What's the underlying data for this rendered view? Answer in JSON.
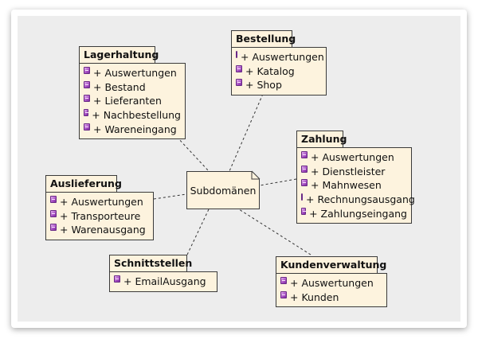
{
  "center_note": {
    "label": "Subdomänen"
  },
  "packages": {
    "lagerhaltung": {
      "title": "Lagerhaltung",
      "items": [
        "+ Auswertungen",
        "+ Bestand",
        "+ Lieferanten",
        "+ Nachbestellung",
        "+ Wareneingang"
      ]
    },
    "bestellung": {
      "title": "Bestellung",
      "items": [
        "+ Auswertungen",
        "+ Katalog",
        "+ Shop"
      ]
    },
    "zahlung": {
      "title": "Zahlung",
      "items": [
        "+ Auswertungen",
        "+ Dienstleister",
        "+ Mahnwesen",
        "+ Rechnungsausgang",
        "+ Zahlungseingang"
      ]
    },
    "auslieferung": {
      "title": "Auslieferung",
      "items": [
        "+ Auswertungen",
        "+ Transporteure",
        "+ Warenausgang"
      ]
    },
    "schnittstellen": {
      "title": "Schnittstellen",
      "items": [
        "+ EmailAusgang"
      ]
    },
    "kundenverwaltung": {
      "title": "Kundenverwaltung",
      "items": [
        "+ Auswertungen",
        "+ Kunden"
      ]
    }
  },
  "icons": {
    "item_icon": "class-icon"
  },
  "colors": {
    "package_fill": "#fdf3de",
    "border": "#3a3a3a",
    "background": "#ededed",
    "icon": "#a84fc4"
  }
}
